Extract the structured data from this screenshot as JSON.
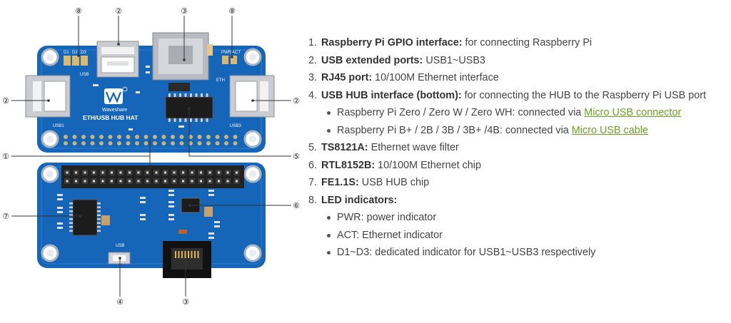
{
  "figure": {
    "board_name": "ETH/USB HUB HAT",
    "brand": "Waveshare",
    "silk_labels": {
      "d1": "D1",
      "d2": "D2",
      "d3": "D3",
      "usb": "USB",
      "pwr": "PWR",
      "act": "ACT",
      "eth": "ETH",
      "usb1": "USB1",
      "usb3": "USB3",
      "usb_bottom": "USB"
    },
    "callouts": {
      "c8a": "⑧",
      "c2a": "②",
      "c3a": "③",
      "c8b": "⑧",
      "c2l": "②",
      "c2r": "②",
      "c1": "①",
      "c5": "⑤",
      "c6": "⑥",
      "c7": "⑦",
      "c4": "④",
      "c3b": "③"
    },
    "colors": {
      "pcb": "#1565b8",
      "pcb_dark": "#0d4f96",
      "header": "#222222",
      "pin": "#d8d8d8",
      "metal": "#c9ccd1",
      "leader": "#333333"
    }
  },
  "legend": {
    "items": [
      {
        "num": "1.",
        "bold": "Raspberry Pi GPIO interface:",
        "text": " for connecting Raspberry Pi"
      },
      {
        "num": "2.",
        "bold": "USB extended ports:",
        "text": " USB1~USB3"
      },
      {
        "num": "3.",
        "bold": "RJ45 port:",
        "text": " 10/100M Ethernet interface"
      },
      {
        "num": "4.",
        "bold": "USB HUB interface (bottom):",
        "text": " for connecting the HUB to the Raspberry Pi USB port"
      },
      {
        "sub": true,
        "text": "Raspberry Pi Zero / Zero W / Zero WH: connected via ",
        "link": "Micro USB connector"
      },
      {
        "sub": true,
        "text": "Raspberry Pi B+ / 2B / 3B / 3B+ /4B: connected via ",
        "link": "Micro USB cable"
      },
      {
        "num": "5.",
        "bold": "TS8121A:",
        "text": " Ethernet wave filter"
      },
      {
        "num": "6.",
        "bold": "RTL8152B:",
        "text": " 10/100M Ethernet chip"
      },
      {
        "num": "7.",
        "bold": "FE1.1S:",
        "text": " USB HUB chip"
      },
      {
        "num": "8.",
        "bold": "LED indicators:",
        "text": ""
      },
      {
        "sub": true,
        "text": "PWR: power indicator",
        "link": ""
      },
      {
        "sub": true,
        "text": "ACT: Ethernet indicator",
        "link": ""
      },
      {
        "sub": true,
        "text": "D1~D3: dedicated indicator for USB1~USB3 respectively",
        "link": ""
      }
    ]
  }
}
